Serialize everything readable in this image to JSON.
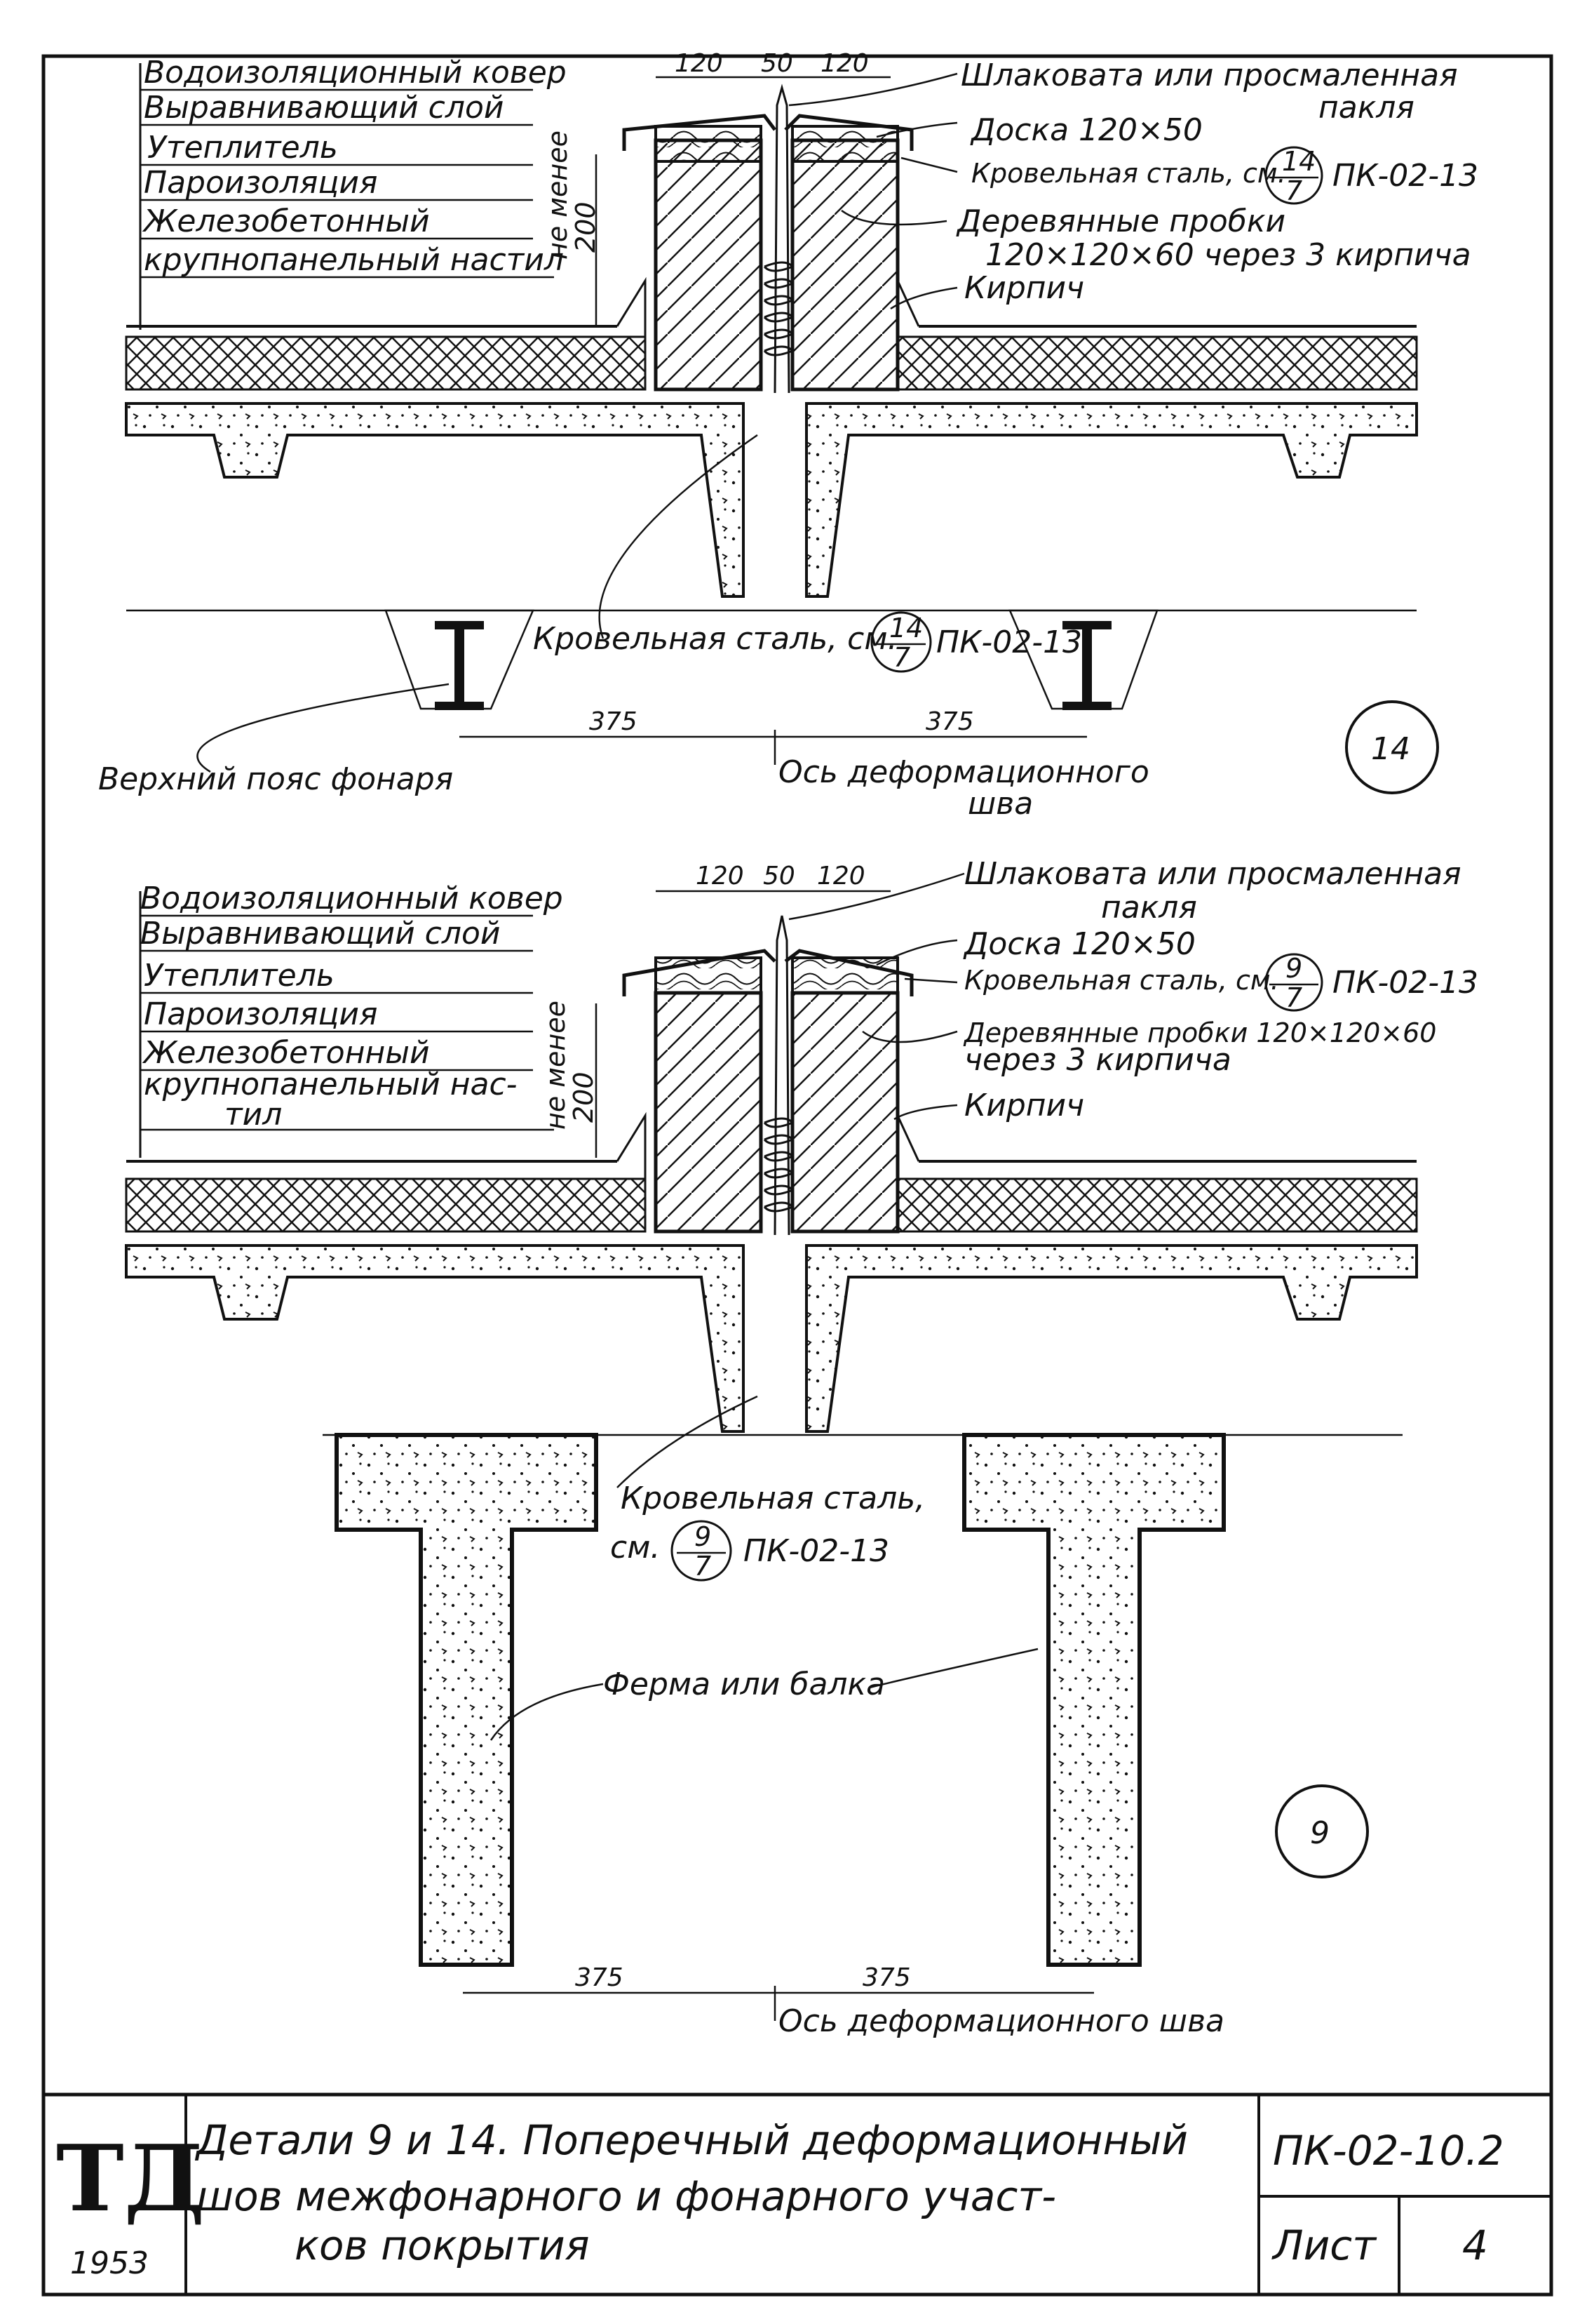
{
  "detail_14": {
    "layers": [
      "Водоизоляционный ковер",
      "Выравнивающий слой",
      "Утеплитель",
      "Пароизоляция",
      "Железобетонный",
      "крупнопанельный настил"
    ],
    "min_height_label": "не менее",
    "min_height_value": "200",
    "dims_top": [
      "120",
      "50",
      "120"
    ],
    "callouts": {
      "slag": "Шлаковата или просмаленная",
      "slag2": "пакля",
      "board": "Доска 120×50",
      "steel": "Кровельная сталь, см.",
      "steel_ref_num": "14",
      "steel_ref_den": "7",
      "steel_doc": "ПК-02-13",
      "plugs": "Деревянные пробки",
      "plugs2": "120×120×60 через 3 кирпича",
      "brick": "Кирпич"
    },
    "lower_steel": "Кровельная сталь, см.",
    "lower_ref_num": "14",
    "lower_ref_den": "7",
    "lower_doc": "ПК-02-13",
    "dims_bottom": [
      "375",
      "375"
    ],
    "chord_label": "Верхний пояс фонаря",
    "axis_label": "Ось деформационного",
    "axis_label2": "шва",
    "marker": "14"
  },
  "detail_9": {
    "dims_top": [
      "120",
      "50",
      "120"
    ],
    "layers": [
      "Водоизоляционный ковер",
      "Выравнивающий слой",
      "Утеплитель",
      "Пароизоляция",
      "Железобетонный",
      "крупнопанельный нас-",
      "тил"
    ],
    "min_height_label": "не менее",
    "min_height_value": "200",
    "callouts": {
      "slag": "Шлаковата или просмаленная",
      "slag2": "пакля",
      "board": "Доска 120×50",
      "steel": "Кровельная сталь, см.",
      "steel_ref_num": "9",
      "steel_ref_den": "7",
      "steel_doc": "ПК-02-13",
      "plugs": "Деревянные пробки 120×120×60",
      "plugs2": "через 3 кирпича",
      "brick": "Кирпич"
    },
    "lower_steel": "Кровельная сталь,",
    "lower_steel2": "см.",
    "lower_ref_num": "9",
    "lower_ref_den": "7",
    "lower_doc": "ПК-02-13",
    "truss_label": "Ферма или балка",
    "dims_bottom": [
      "375",
      "375"
    ],
    "axis_label": "Ось деформационного шва",
    "marker": "9"
  },
  "title_block": {
    "stamp": "ТД",
    "year": "1953",
    "title_line1": "Детали 9 и 14. Поперечный деформационный",
    "title_line2": "шов межфонарного и фонарного участ-",
    "title_line3": "ков покрытия",
    "doc_code": "ПК-02-10.2",
    "sheet_label": "Лист",
    "sheet_number": "4"
  }
}
